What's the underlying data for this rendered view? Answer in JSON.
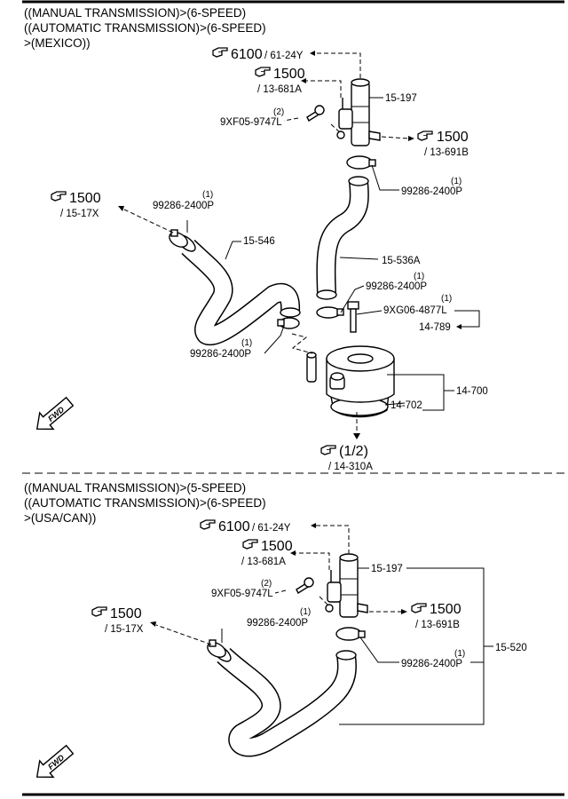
{
  "sections": [
    {
      "header": [
        "((MANUAL TRANSMISSION)>(6-SPEED)",
        "((AUTOMATIC TRANSMISSION)>(6-SPEED)",
        ">(MEXICO))"
      ],
      "refs": {
        "r6100": {
          "main": "6100",
          "sub": "/ 61-24Y"
        },
        "r1500a": {
          "main": "1500",
          "sub": "/ 13-681A"
        },
        "r1500b": {
          "main": "1500",
          "sub": "/ 13-691B"
        },
        "r1500c": {
          "main": "1500",
          "sub": "/ 15-17X"
        },
        "r12": {
          "main": "(1/2)",
          "sub": "/ 14-310A"
        }
      },
      "labels": {
        "p15197": "15-197",
        "bolt_qty": "(2)",
        "bolt": "9XF05-9747L",
        "clamp1_qty": "(1)",
        "clamp1": "99286-2400P",
        "clamp2_qty": "(1)",
        "clamp2": "99286-2400P",
        "p15546": "15-546",
        "p15536a": "15-536A",
        "clamp3_qty": "(1)",
        "clamp3": "99286-2400P",
        "bolt2_qty": "(1)",
        "bolt2": "9XG06-4877L",
        "p14789": "14-789",
        "clamp4_qty": "(1)",
        "clamp4": "99286-2400P",
        "p14700": "14-700",
        "p14702": "14-702",
        "fwd": "FWD"
      }
    },
    {
      "header": [
        "((MANUAL TRANSMISSION)>(5-SPEED)",
        "((AUTOMATIC TRANSMISSION)>(6-SPEED)",
        ">(USA/CAN))"
      ],
      "refs": {
        "r6100": {
          "main": "6100",
          "sub": "/ 61-24Y"
        },
        "r1500a": {
          "main": "1500",
          "sub": "/ 13-681A"
        },
        "r1500b": {
          "main": "1500",
          "sub": "/ 13-691B"
        },
        "r1500c": {
          "main": "1500",
          "sub": "/ 15-17X"
        }
      },
      "labels": {
        "p15197": "15-197",
        "bolt_qty": "(2)",
        "bolt": "9XF05-9747L",
        "clamp1_qty": "(1)",
        "clamp1": "99286-2400P",
        "clamp2_qty": "(1)",
        "clamp2": "99286-2400P",
        "p15520": "15-520",
        "fwd": "FWD"
      }
    }
  ]
}
